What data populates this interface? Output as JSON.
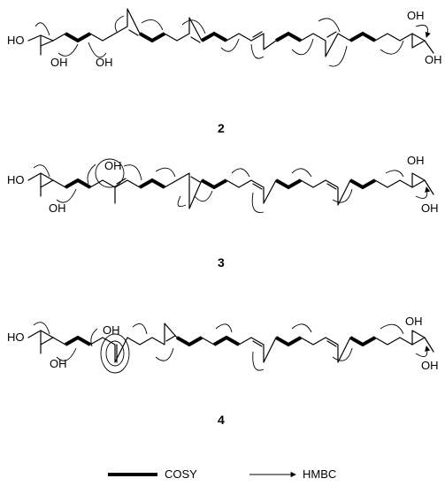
{
  "compounds": [
    {
      "label": "2",
      "oh_labels": [
        "HO",
        "OH",
        "OH",
        "OH",
        "OH"
      ]
    },
    {
      "label": "3",
      "oh_labels": [
        "HO",
        "OH",
        "OH",
        "OH",
        "OH"
      ]
    },
    {
      "label": "4",
      "oh_labels": [
        "HO",
        "OH",
        "OH",
        "OH",
        "OH"
      ]
    }
  ],
  "legend": {
    "cosy": "COSY",
    "hmbc": "HMBC"
  }
}
